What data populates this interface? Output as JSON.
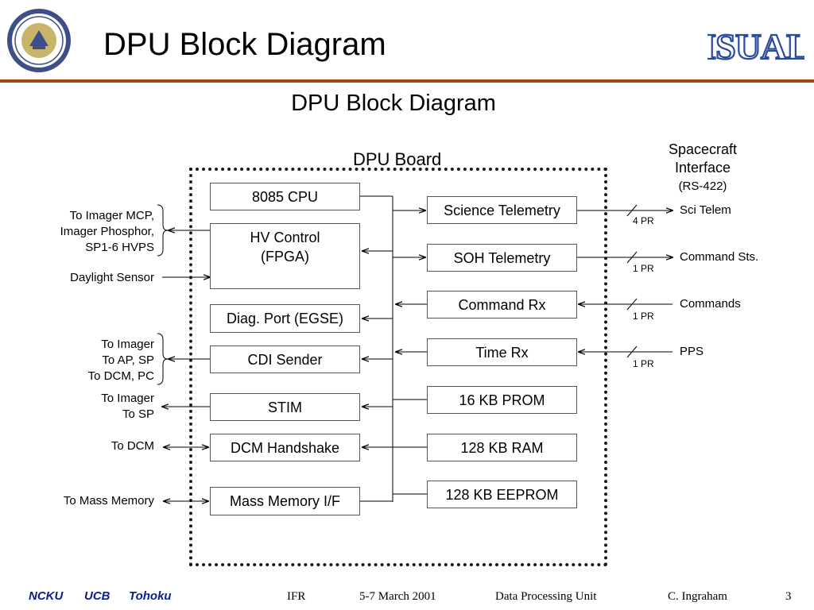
{
  "header": {
    "title": "DPU Block Diagram",
    "logo_text": "ISUAL"
  },
  "diagram": {
    "title": "DPU Block Diagram",
    "board_label": "DPU Board",
    "spacecraft_interface": {
      "line1": "Spacecraft",
      "line2": "Interface",
      "line3": "(RS-422)"
    },
    "left_blocks": [
      {
        "id": "cpu",
        "label": "8085 CPU"
      },
      {
        "id": "hv",
        "label": "HV Control\n(FPGA)"
      },
      {
        "id": "diag",
        "label": "Diag. Port (EGSE)"
      },
      {
        "id": "cdi",
        "label": "CDI Sender"
      },
      {
        "id": "stim",
        "label": "STIM"
      },
      {
        "id": "dcm",
        "label": "DCM Handshake"
      },
      {
        "id": "mm",
        "label": "Mass Memory I/F"
      }
    ],
    "right_blocks": [
      {
        "id": "sci",
        "label": "Science Telemetry"
      },
      {
        "id": "soh",
        "label": "SOH Telemetry"
      },
      {
        "id": "cmd",
        "label": "Command Rx"
      },
      {
        "id": "time",
        "label": "Time Rx"
      },
      {
        "id": "prom",
        "label": "16 KB PROM"
      },
      {
        "id": "ram",
        "label": "128 KB RAM"
      },
      {
        "id": "eeprom",
        "label": "128 KB EEPROM"
      }
    ],
    "left_labels": [
      {
        "id": "imager_mcp",
        "text": "To Imager MCP,\nImager Phosphor,\nSP1-6 HVPS"
      },
      {
        "id": "daylight",
        "text": "Daylight Sensor"
      },
      {
        "id": "imager_ap",
        "text": "To Imager\nTo AP, SP\nTo DCM, PC"
      },
      {
        "id": "imager_sp",
        "text": "To Imager\nTo SP"
      },
      {
        "id": "to_dcm",
        "text": "To DCM"
      },
      {
        "id": "mass_mem",
        "text": "To Mass Memory"
      }
    ],
    "external_signals": [
      {
        "id": "sci_telem",
        "label": "Sci Telem",
        "pairs": "4 PR"
      },
      {
        "id": "cmd_sts",
        "label": "Command Sts.",
        "pairs": "1 PR"
      },
      {
        "id": "commands",
        "label": "Commands",
        "pairs": "1 PR"
      },
      {
        "id": "pps",
        "label": "PPS",
        "pairs": "1 PR"
      }
    ]
  },
  "footer": {
    "org1": "NCKU",
    "org2": "UCB",
    "org3": "Tohoku",
    "event": "IFR",
    "date": "5-7 March 2001",
    "topic": "Data Processing Unit",
    "author": "C. Ingraham",
    "page": "3"
  }
}
